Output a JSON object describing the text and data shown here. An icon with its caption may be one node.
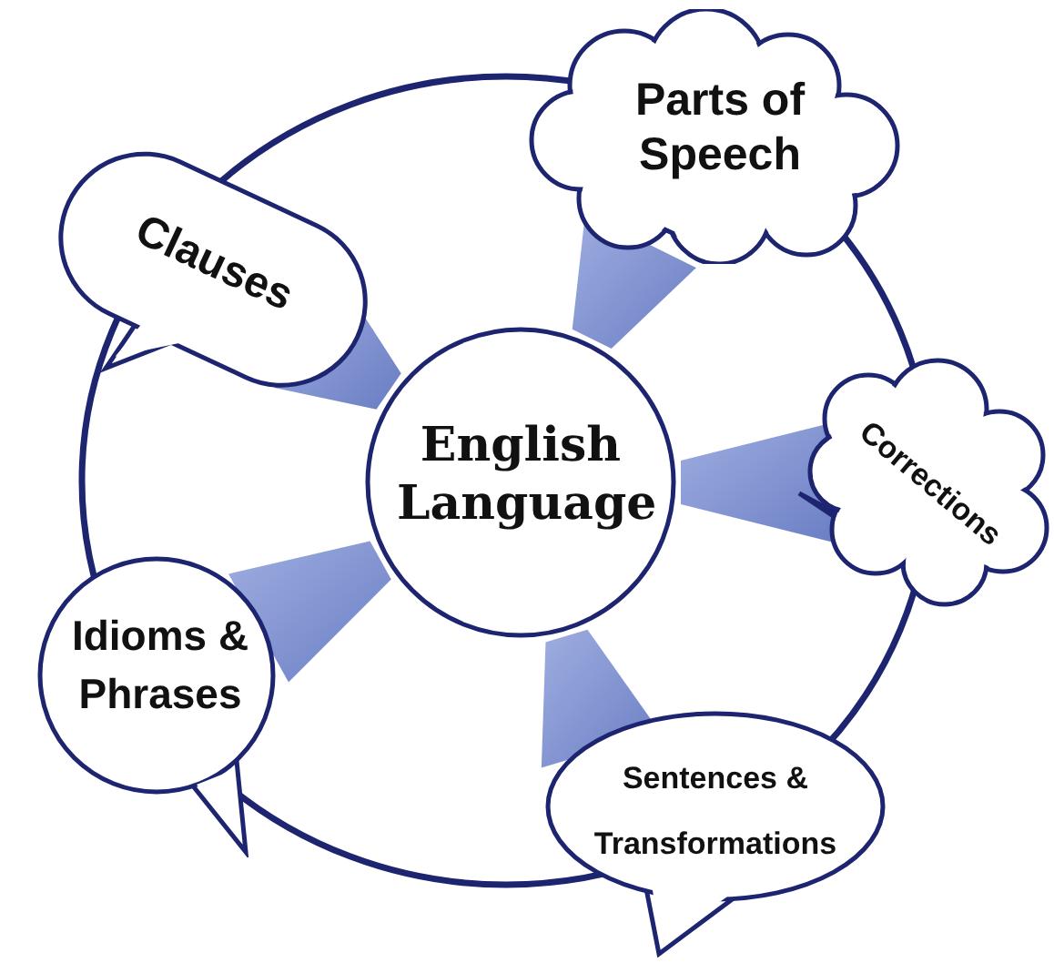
{
  "diagram": {
    "nodes": [
      {
        "text": [
          "English Language"
        ]
      },
      {
        "text": [
          "Parts of Speech"
        ]
      },
      {
        "text": [
          "Clauses"
        ]
      },
      {
        "text": [
          "Corrections"
        ]
      },
      {
        "text": [
          "Idioms & Phrases"
        ]
      },
      {
        "text": [
          "Sentences & Transformations"
        ]
      }
    ],
    "edges": [
      {
        "from": 0,
        "to": 1,
        "arrow": "none",
        "style": "thick"
      },
      {
        "from": 0,
        "to": 2,
        "arrow": "none",
        "style": "thick"
      },
      {
        "from": 0,
        "to": 3,
        "arrow": "none",
        "style": "thick"
      },
      {
        "from": 0,
        "to": 4,
        "arrow": "none",
        "style": "thick"
      },
      {
        "from": 0,
        "to": 5,
        "arrow": "none",
        "style": "thick"
      }
    ]
  }
}
